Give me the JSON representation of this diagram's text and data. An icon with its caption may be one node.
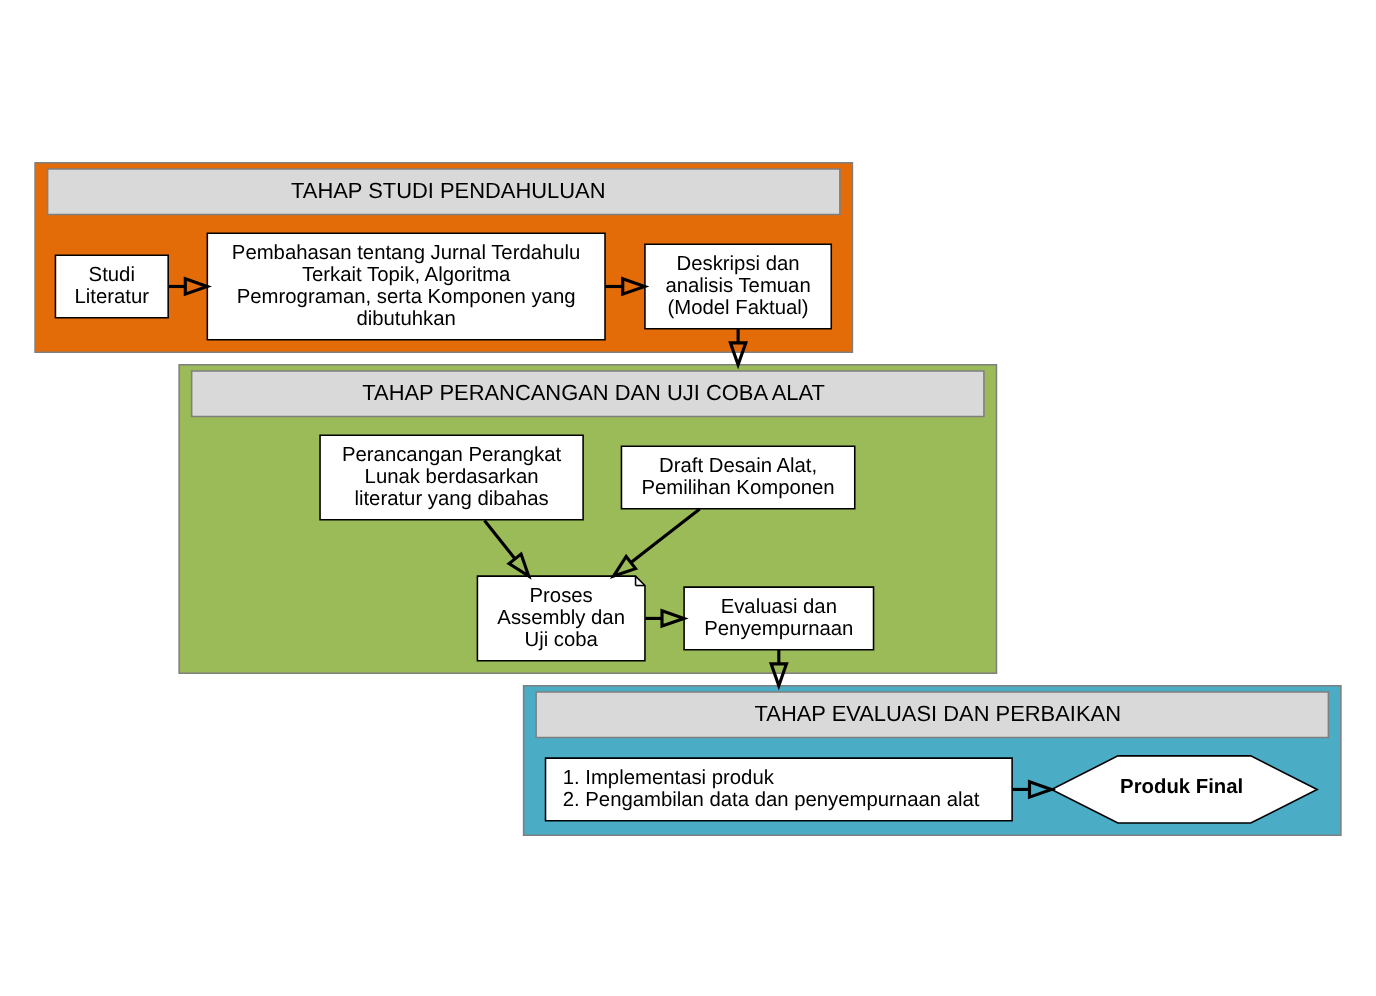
{
  "diagram": {
    "nodes": [
      {
        "text": [
          "TAHAP STUDI PENDAHULUAN"
        ]
      },
      {
        "text": [
          "Studi Literatur"
        ],
        "in": 0
      },
      {
        "text": [
          "Pembahasan tentang Jurnal Terdahulu Terkait Topik, Algoritma Pemrograman, serta Komponen yang dibutuhkan"
        ],
        "in": 0
      },
      {
        "text": [
          "Deskripsi dan analisis Temuan (Model Faktual)"
        ],
        "in": 0
      },
      {
        "text": [
          "TAHAP PERANCANGAN DAN UJI COBA ALAT"
        ]
      },
      {
        "text": [
          "Draft Desain Alat, Pemilihan Komponen"
        ],
        "in": 4
      },
      {
        "text": [
          "Perancangan Perangkat Lunak berdasarkan literatur yang dibahas"
        ],
        "in": 4
      },
      {
        "text": [
          "Proses Assembly dan Uji coba"
        ],
        "in": 4
      },
      {
        "text": [
          "Evaluasi dan Penyempurnaan"
        ],
        "in": 4
      },
      {
        "text": [
          "TAHAP EVALUASI DAN PERBAIKAN"
        ]
      },
      {
        "text": [
          "1. Implementasi produk",
          "2. Pengambilan data dan penyempurnaan alat"
        ],
        "in": 9
      },
      {
        "text": [
          "Produk Final"
        ],
        "in": 9
      }
    ],
    "edges": [
      {
        "from": 1,
        "to": 2,
        "arrow": "to"
      },
      {
        "from": 2,
        "to": 3,
        "arrow": "to"
      },
      {
        "from": 3,
        "to": 4,
        "arrow": "to"
      },
      {
        "from": 5,
        "to": 7,
        "arrow": "to"
      },
      {
        "from": 6,
        "to": 7,
        "arrow": "to"
      },
      {
        "from": 7,
        "to": 8,
        "arrow": "to"
      },
      {
        "from": 8,
        "to": 9,
        "arrow": "to"
      },
      {
        "from": 10,
        "to": 11,
        "arrow": "to"
      }
    ]
  }
}
